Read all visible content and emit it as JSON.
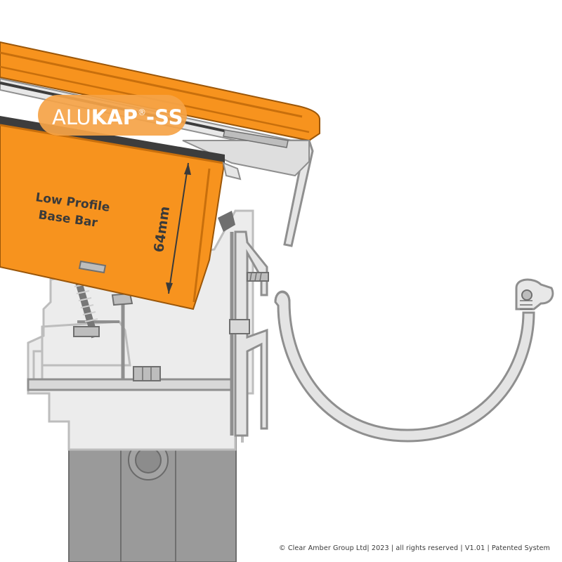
{
  "brand": {
    "prefix": "ALU",
    "suffix": "KAP",
    "registered": "®",
    "variant": "-SS"
  },
  "labels": {
    "base_bar": [
      "Low Profile",
      "Base Bar"
    ],
    "dimension": "64mm"
  },
  "footer": {
    "copyright": "© Clear Amber Group Ltd| 2023 | all rights reserved | V1.01 | Patented System"
  },
  "colors": {
    "orange": "#f7931e",
    "orange_dark": "#c86f0c",
    "orange_edge": "#9b5608",
    "grey": "#8f8f8f",
    "grey_light": "#e9e9e9",
    "grey_mid": "#bdbdbd",
    "grey_dark": "#6f6f6f",
    "text_dark": "#3a3a3a"
  }
}
